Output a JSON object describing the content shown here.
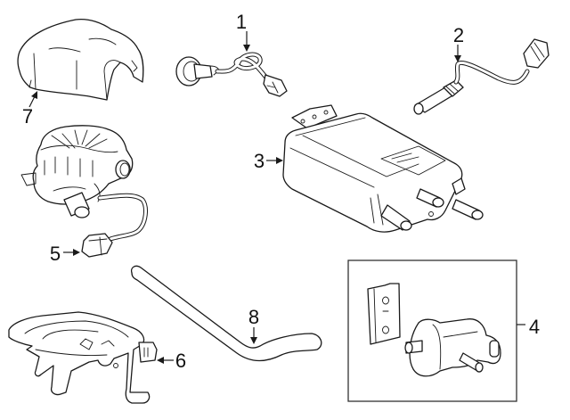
{
  "diagram": {
    "type": "exploded-parts-diagram",
    "callouts": [
      {
        "number": "1",
        "part": "oxygen-sensor-upstream"
      },
      {
        "number": "2",
        "part": "oxygen-sensor-downstream"
      },
      {
        "number": "3",
        "part": "vapor-canister"
      },
      {
        "number": "4",
        "part": "vacuum-switching-valve-kit"
      },
      {
        "number": "5",
        "part": "air-pump-with-harness"
      },
      {
        "number": "6",
        "part": "air-pump-bracket"
      },
      {
        "number": "7",
        "part": "engine-cover"
      },
      {
        "number": "8",
        "part": "hose"
      }
    ]
  }
}
